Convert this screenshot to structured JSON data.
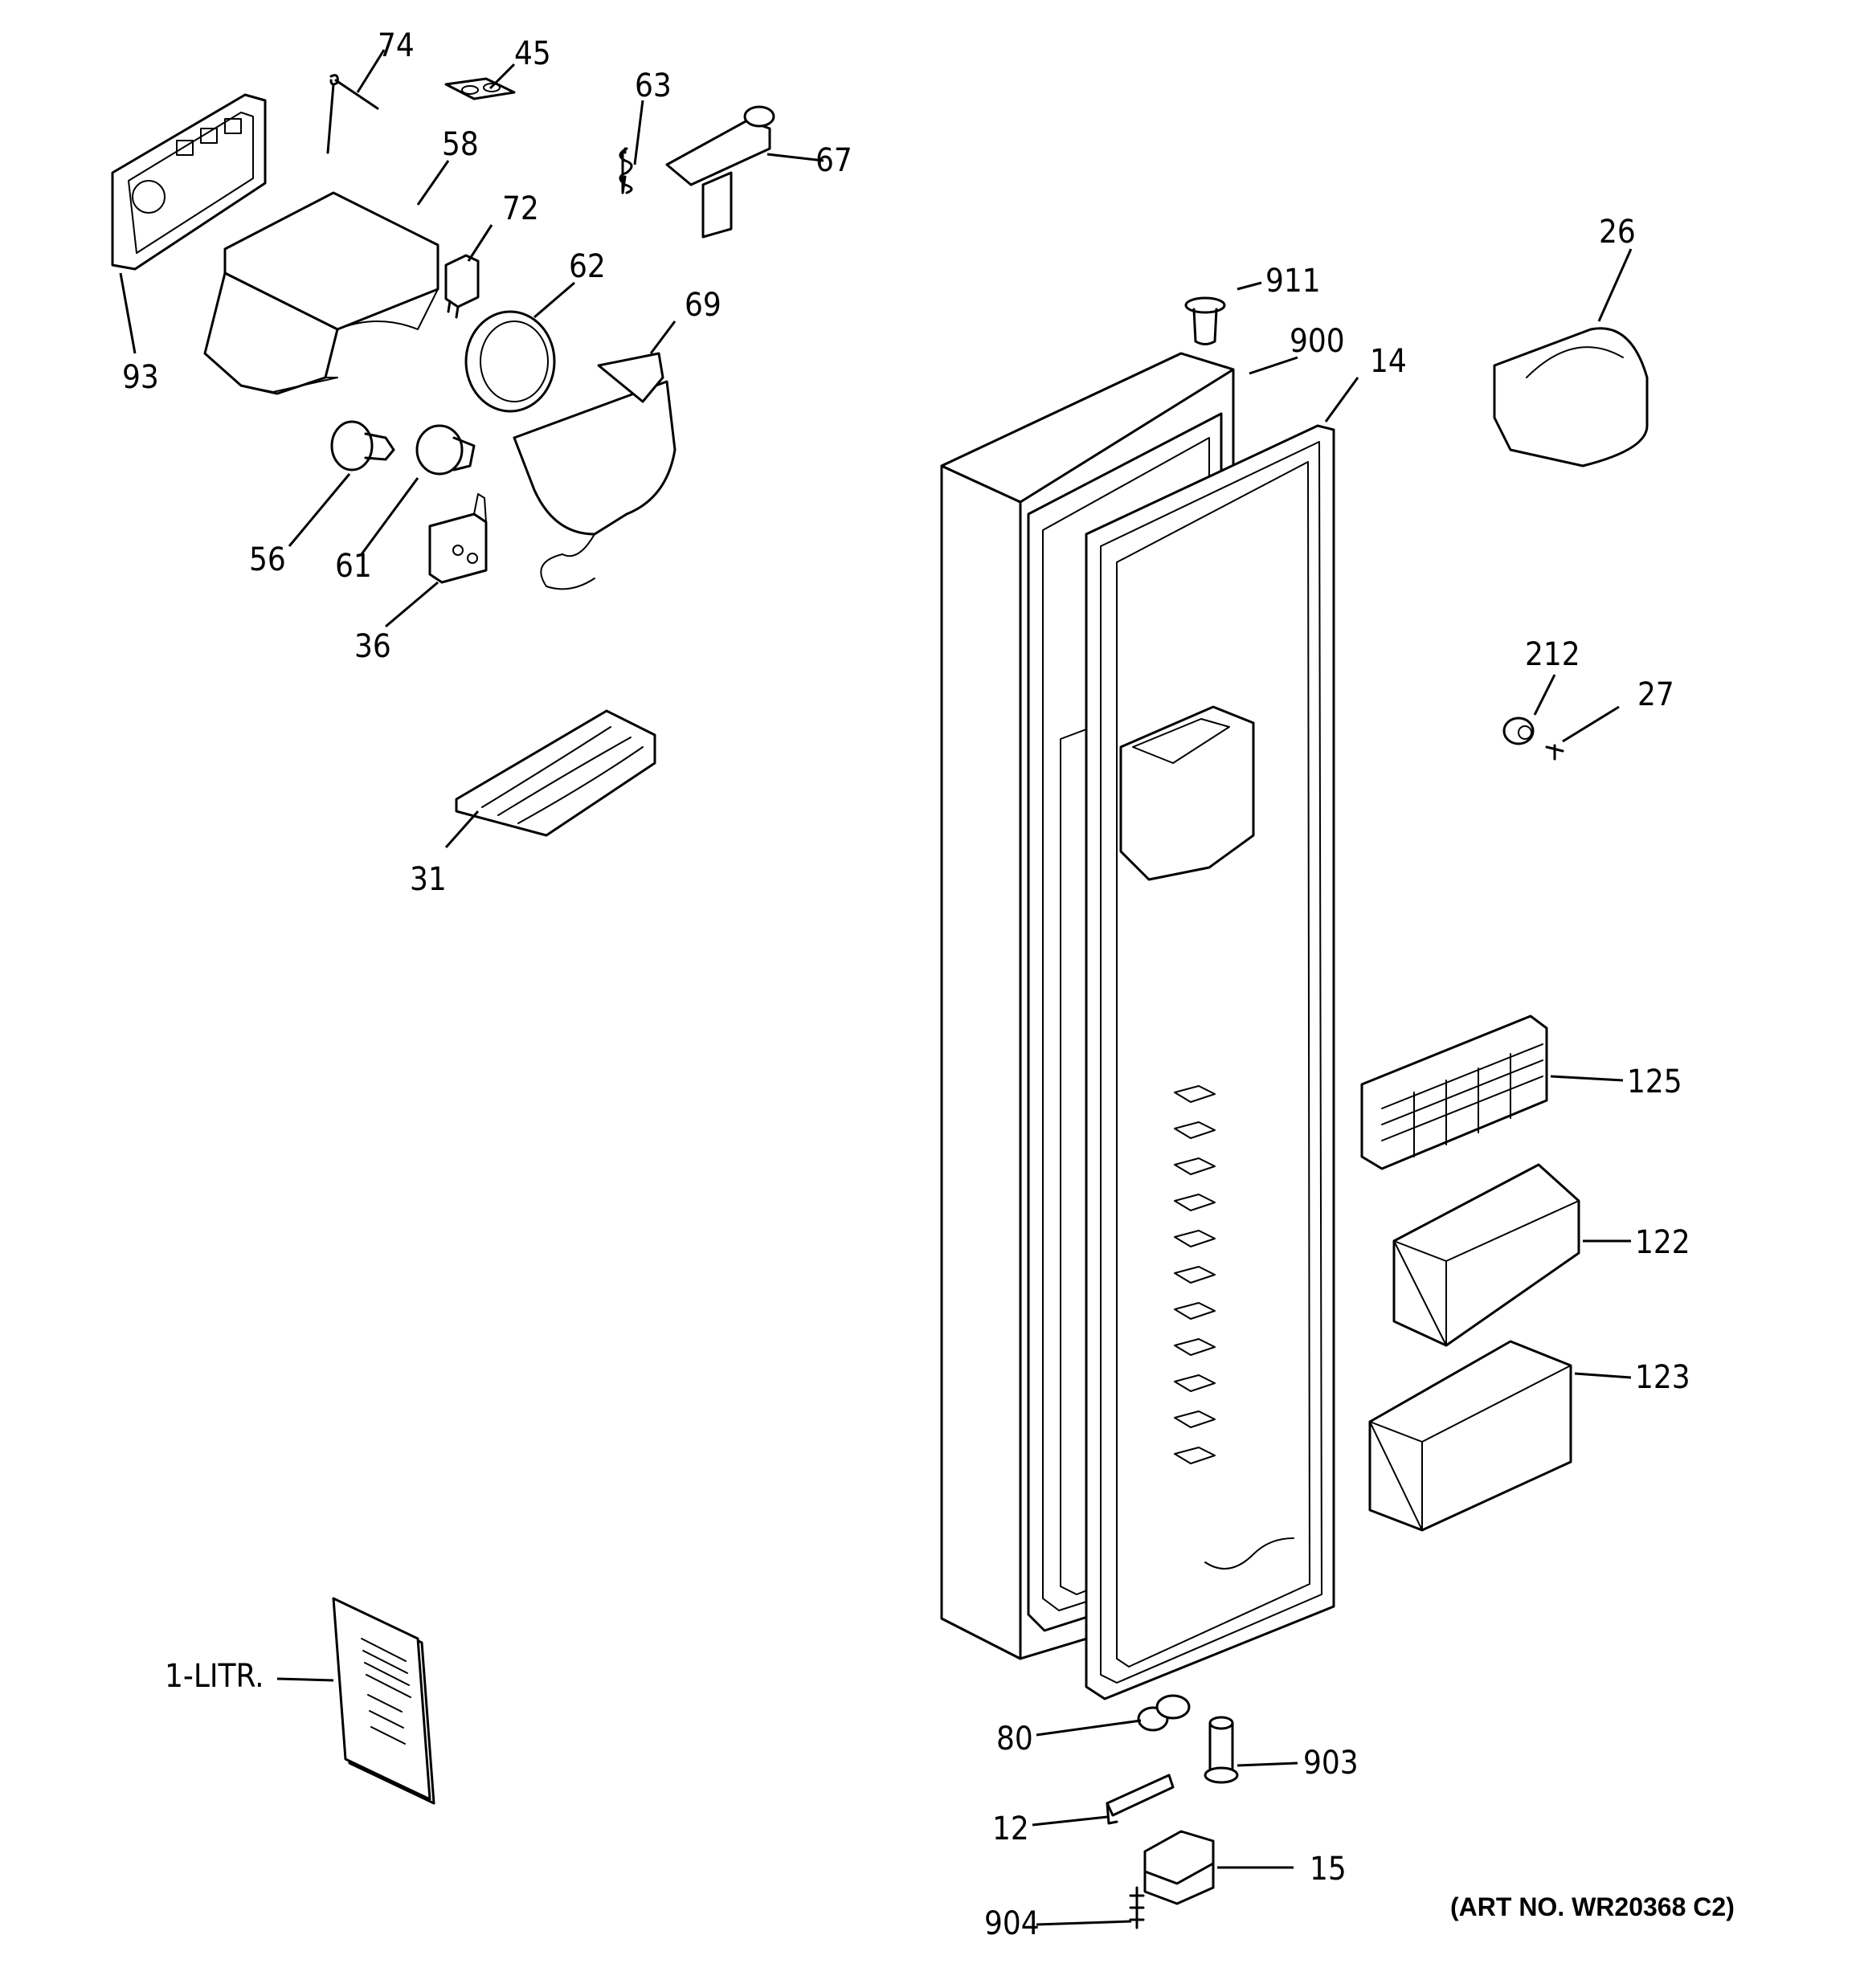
{
  "diagram": {
    "art_number": "(ART NO. WR20368 C2)",
    "callouts": [
      {
        "id": "74",
        "label": "74"
      },
      {
        "id": "45",
        "label": "45"
      },
      {
        "id": "63",
        "label": "63"
      },
      {
        "id": "67",
        "label": "67"
      },
      {
        "id": "58",
        "label": "58"
      },
      {
        "id": "72",
        "label": "72"
      },
      {
        "id": "62",
        "label": "62"
      },
      {
        "id": "69",
        "label": "69"
      },
      {
        "id": "93",
        "label": "93"
      },
      {
        "id": "56",
        "label": "56"
      },
      {
        "id": "61",
        "label": "61"
      },
      {
        "id": "36",
        "label": "36"
      },
      {
        "id": "31",
        "label": "31"
      },
      {
        "id": "911",
        "label": "911"
      },
      {
        "id": "900",
        "label": "900"
      },
      {
        "id": "14",
        "label": "14"
      },
      {
        "id": "26",
        "label": "26"
      },
      {
        "id": "212",
        "label": "212"
      },
      {
        "id": "27",
        "label": "27"
      },
      {
        "id": "125",
        "label": "125"
      },
      {
        "id": "122",
        "label": "122"
      },
      {
        "id": "123",
        "label": "123"
      },
      {
        "id": "1-LITR.",
        "label": "1-LITR."
      },
      {
        "id": "80",
        "label": "80"
      },
      {
        "id": "903",
        "label": "903"
      },
      {
        "id": "12",
        "label": "12"
      },
      {
        "id": "15",
        "label": "15"
      },
      {
        "id": "904",
        "label": "904"
      }
    ]
  }
}
